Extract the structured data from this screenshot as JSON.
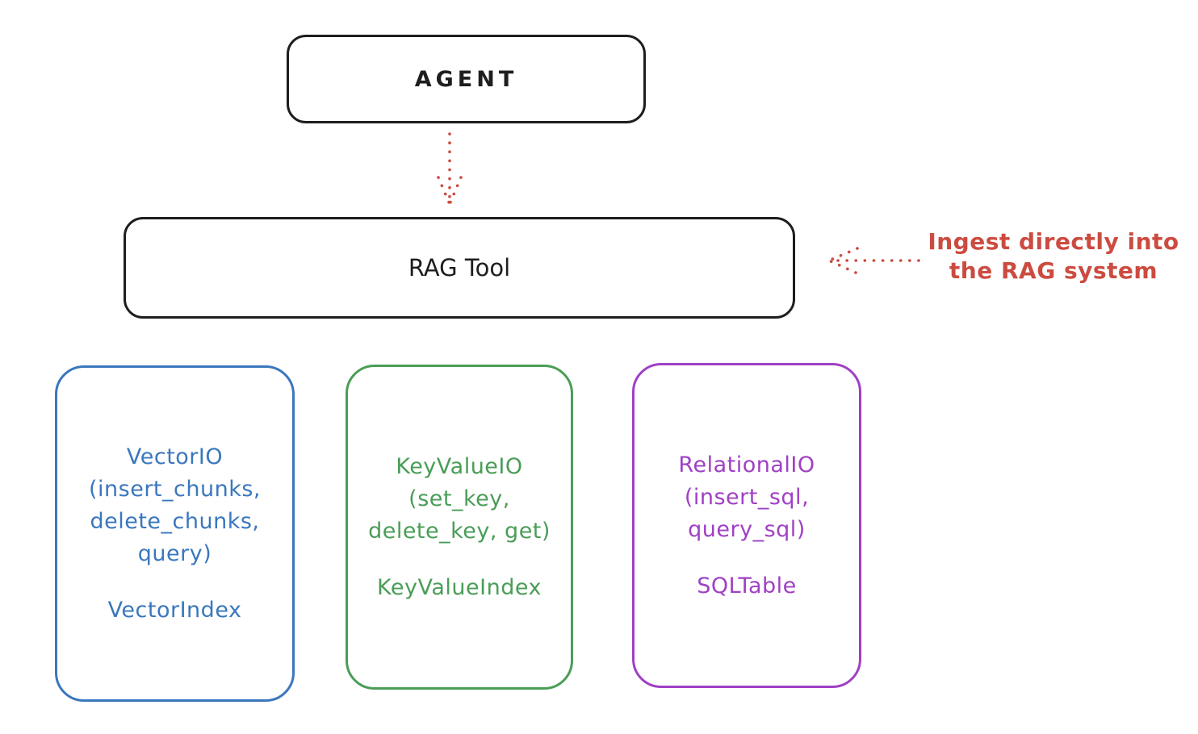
{
  "colors": {
    "stroke": "#1e1e1e",
    "red": "#cc4b40",
    "blue": "#3a77bd",
    "green": "#4a9d57",
    "purple": "#9f40c5",
    "background": "#ffffff"
  },
  "agent_box": {
    "label": "AGENT"
  },
  "rag_tool_box": {
    "label": "RAG Tool"
  },
  "annotation": {
    "text": "Ingest directly into\nthe RAG system"
  },
  "arrows": [
    {
      "name": "agent-to-rag-arrow",
      "style": "dotted",
      "direction": "down"
    },
    {
      "name": "annotation-to-rag-arrow",
      "style": "dotted",
      "direction": "left"
    }
  ],
  "io_boxes": [
    {
      "id": "vector",
      "color": "#3a77bd",
      "title": "VectorIO\n(insert_chunks,\ndelete_chunks,\nquery)",
      "index_label": "VectorIndex"
    },
    {
      "id": "keyvalue",
      "color": "#4a9d57",
      "title": "KeyValueIO\n(set_key,\ndelete_key, get)",
      "index_label": "KeyValueIndex"
    },
    {
      "id": "relational",
      "color": "#9f40c5",
      "title": "RelationalIO\n(insert_sql,\nquery_sql)",
      "index_label": "SQLTable"
    }
  ]
}
